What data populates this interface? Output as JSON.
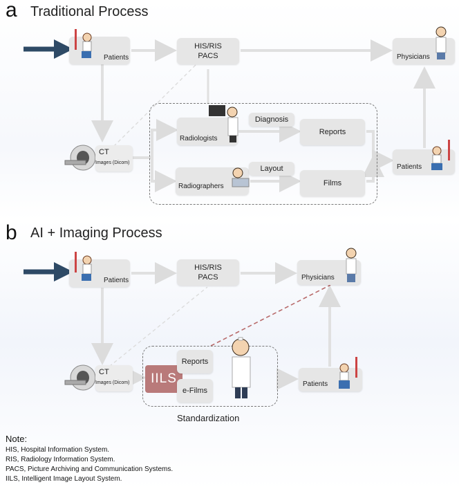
{
  "panel_a": {
    "letter": "a",
    "title": "Traditional Process",
    "patients_label": "Patients",
    "his_ris_label": "HIS/RIS",
    "pacs_label": "PACS",
    "physicians_label": "Physicians",
    "ct_label": "CT",
    "images_label": "Images (Dicom)",
    "radiologists_label": "Radiologists",
    "radiographers_label": "Radiographers",
    "diagnosis_label": "Diagnosis",
    "layout_label": "Layout",
    "reports_label": "Reports",
    "films_label": "Films",
    "patients_out_label": "Patients"
  },
  "panel_b": {
    "letter": "b",
    "title": "AI + Imaging Process",
    "patients_label": "Patients",
    "his_ris_label": "HIS/RIS",
    "pacs_label": "PACS",
    "physicians_label": "Physicians",
    "ct_label": "CT",
    "images_label": "Images (Dicom)",
    "iils_label": "IILS",
    "reports_label": "Reports",
    "efilms_label": "e-Films",
    "patients_out_label": "Patients",
    "standardization_label": "Standardization"
  },
  "note": {
    "heading": "Note:",
    "lines": [
      "HIS, Hospital Information System.",
      "RIS, Radiology Information System.",
      "PACS, Picture Archiving and Communication Systems.",
      "IILS, Intelligent Image Layout System."
    ]
  },
  "colors": {
    "box": "#e6e6e6",
    "connector": "#e0e0e0",
    "big_arrow": "#2e4a66",
    "iils": "#b97a7a",
    "red_dashed": "#b86a6a"
  }
}
